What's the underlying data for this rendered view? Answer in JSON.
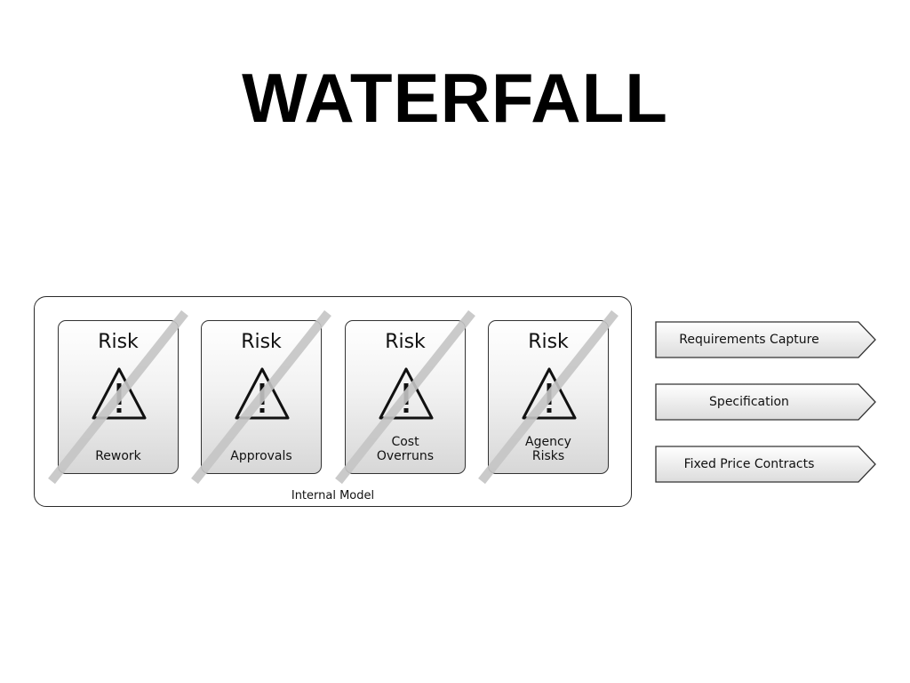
{
  "title": "WATERFALL",
  "internal_model": {
    "label": "Internal Model",
    "risks": [
      {
        "heading": "Risk",
        "icon": "warning-icon",
        "label": "Rework"
      },
      {
        "heading": "Risk",
        "icon": "warning-icon",
        "label": "Approvals"
      },
      {
        "heading": "Risk",
        "icon": "warning-icon",
        "label": "Cost\nOverruns"
      },
      {
        "heading": "Risk",
        "icon": "warning-icon",
        "label": "Agency\nRisks"
      }
    ]
  },
  "process_steps": [
    {
      "label": "Requirements Capture"
    },
    {
      "label": "Specification"
    },
    {
      "label": "Fixed Price Contracts"
    }
  ],
  "colors": {
    "strike": "#c4c4c4",
    "outline": "#333333",
    "text": "#111111"
  }
}
